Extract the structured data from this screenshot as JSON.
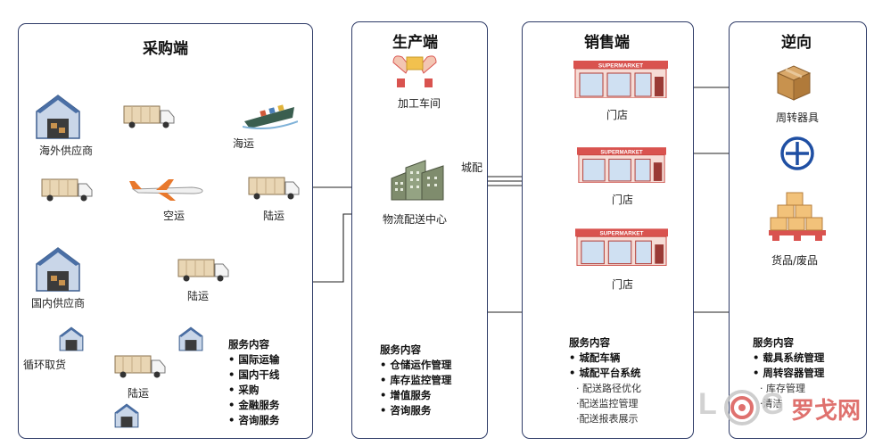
{
  "panels": {
    "procurement": {
      "title": "采购端"
    },
    "production": {
      "title": "生产端"
    },
    "sales": {
      "title": "销售端"
    },
    "reverse": {
      "title": "逆向"
    }
  },
  "procurement": {
    "overseas_supplier": "海外供应商",
    "sea_freight": "海运",
    "air_freight": "空运",
    "land_freight_1": "陆运",
    "domestic_supplier": "国内供应商",
    "land_freight_2": "陆运",
    "milk_run": "循环取货",
    "land_freight_3": "陆运",
    "services": {
      "heading": "服务内容",
      "items": [
        "国际运输",
        "国内干线",
        "采购",
        "金融服务",
        "咨询服务"
      ]
    }
  },
  "production": {
    "workshop": "加工车间",
    "dc": "物流配送中心",
    "city_delivery": "城配",
    "services": {
      "heading": "服务内容",
      "items": [
        "仓储运作管理",
        "库存监控管理",
        "增值服务",
        "咨询服务"
      ]
    }
  },
  "sales": {
    "store_sign": "SUPERMARKET",
    "stores": [
      "门店",
      "门店",
      "门店"
    ],
    "services": {
      "heading": "服务内容",
      "items": [
        "城配车辆",
        "城配平台系统"
      ],
      "sub_items": [
        "· 配送路径优化",
        "·配送监控管理",
        "·配送报表展示"
      ]
    }
  },
  "reverse": {
    "containers": "周转器具",
    "goods": "货品/废品",
    "services": {
      "heading": "服务内容",
      "items": [
        "载具系统管理",
        "周转容器管理"
      ],
      "sub_items": [
        "· 库存管理",
        "·清洁"
      ]
    }
  },
  "watermark": {
    "latin": "L",
    "brand": "罗戈网"
  },
  "colors": {
    "panel_border": "#2d3a66",
    "line": "#222222",
    "house": "#4a6fa5",
    "truck": "#e9d6b4",
    "store": "#d9534f",
    "plus": "#1f4fa3",
    "box": "#c8924e"
  }
}
